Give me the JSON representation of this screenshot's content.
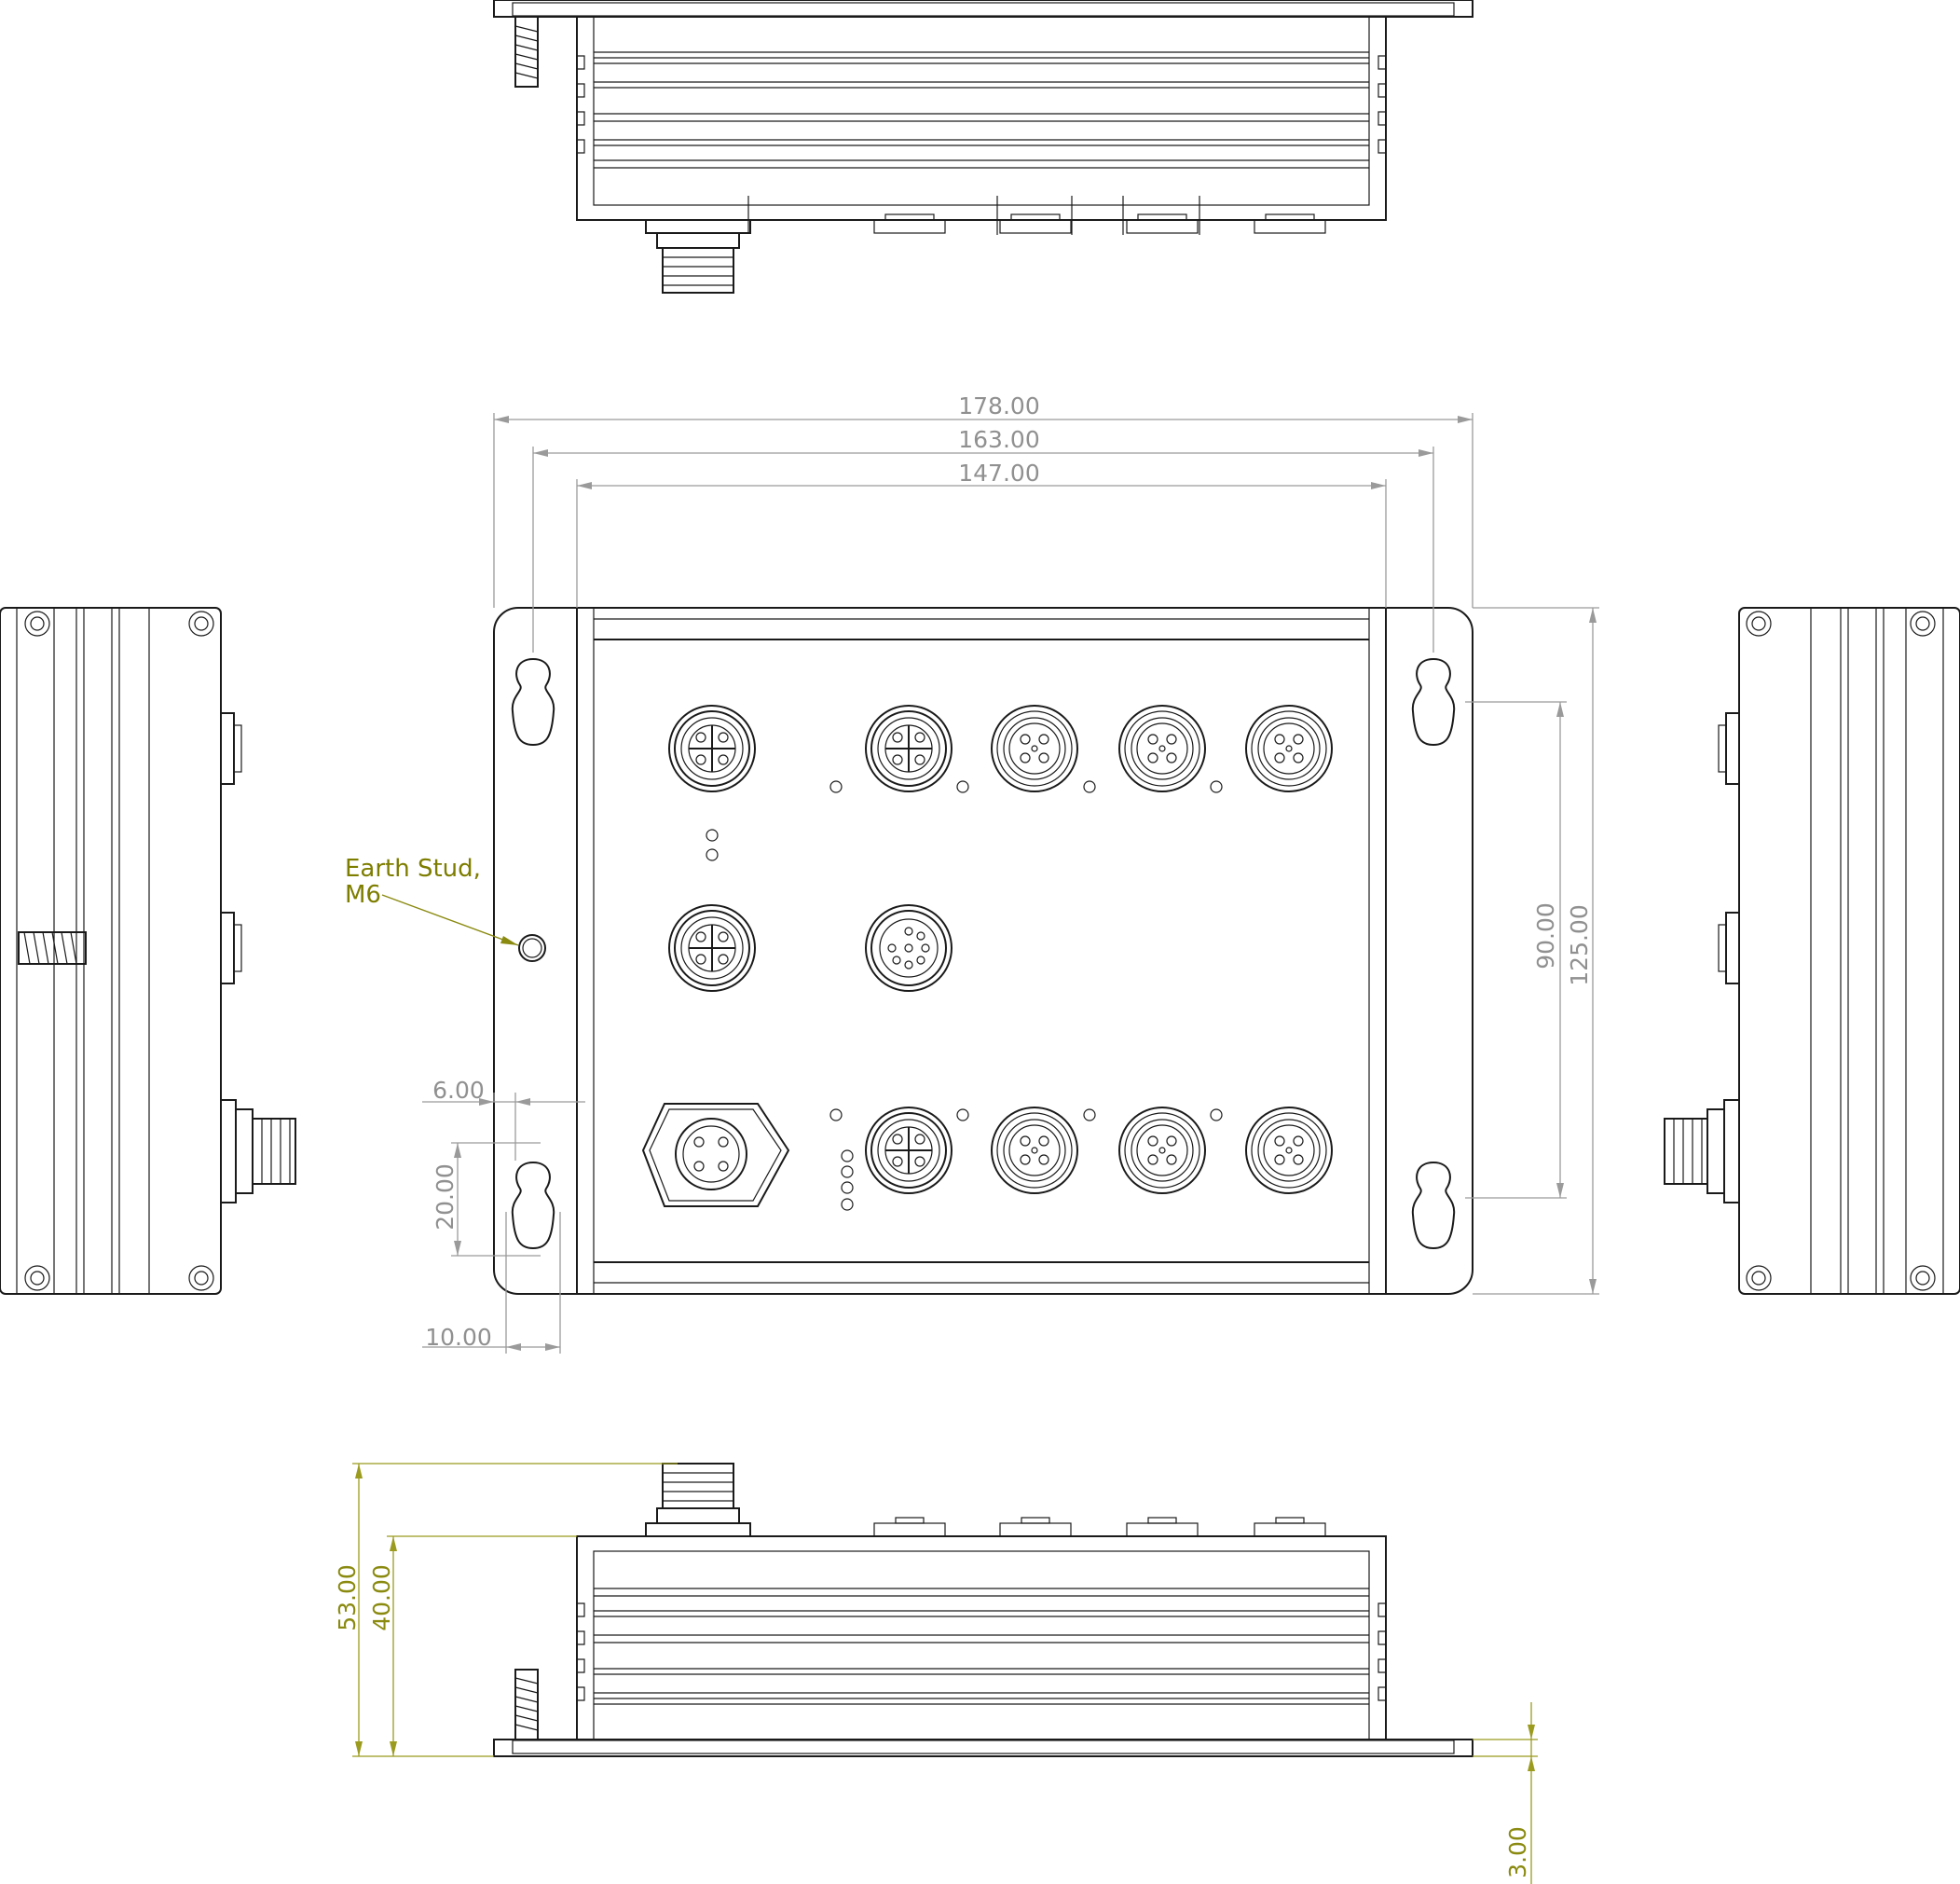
{
  "drawing": {
    "dimensions": {
      "overall_length": "178.00",
      "mounting_pitch": "163.00",
      "body_length": "147.00",
      "hole_spacing_vertical": "90.00",
      "overall_width": "125.00",
      "flange_edge": "6.00",
      "slot_length": "20.00",
      "slot_offset": "10.00",
      "overall_height": "53.00",
      "body_height": "40.00",
      "flange_thickness": "3.00"
    },
    "callouts": {
      "earth_stud_line1": "Earth Stud,",
      "earth_stud_line2": "M6"
    },
    "colors": {
      "outline": "#1a1a1a",
      "dimension": "#9a9a9a",
      "annotation": "#7d7d00"
    }
  }
}
